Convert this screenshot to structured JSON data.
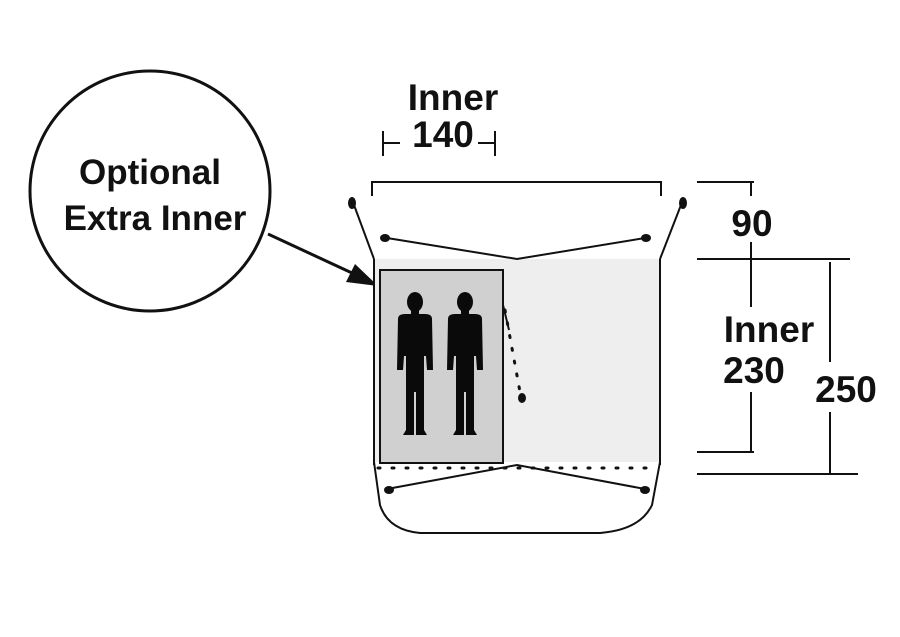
{
  "callout": {
    "line1": "Optional",
    "line2": "Extra Inner"
  },
  "top_dimension": {
    "label": "Inner",
    "value": "140"
  },
  "right_dimensions": {
    "porch_value": "90",
    "inner_label": "Inner",
    "inner_value": "230",
    "total_value": "250"
  },
  "colors": {
    "outline": "#111111",
    "inner_fill": "#eeeeee",
    "extra_inner_fill": "#d0d0d0",
    "person": "#0a0a0a",
    "background": "#ffffff"
  },
  "figures": [
    "person-silhouette",
    "person-silhouette"
  ]
}
